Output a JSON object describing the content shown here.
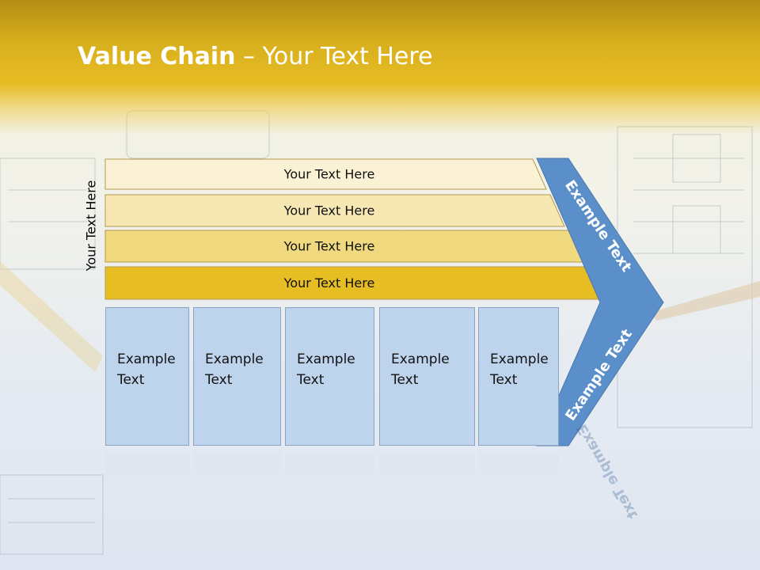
{
  "title": {
    "bold": "Value Chain",
    "rest": " – Your Text Here"
  },
  "side_label": "Your Text Here",
  "bars": [
    {
      "label": "Your Text Here",
      "color": "#fbf2d6"
    },
    {
      "label": "Your Text Here",
      "color": "#f7e7b3"
    },
    {
      "label": "Your Text Here",
      "color": "#f0d97f"
    },
    {
      "label": "Your Text Here",
      "color": "#e7bd24"
    }
  ],
  "boxes": [
    {
      "line1": "Example",
      "line2": "Text"
    },
    {
      "line1": "Example",
      "line2": "Text"
    },
    {
      "line1": "Example",
      "line2": "Text"
    },
    {
      "line1": "Example",
      "line2": "Text"
    },
    {
      "line1": "Example",
      "line2": "Text"
    }
  ],
  "chevron": {
    "upper": "Example Text",
    "lower": "Example Text",
    "color": "#5b8fc9"
  }
}
